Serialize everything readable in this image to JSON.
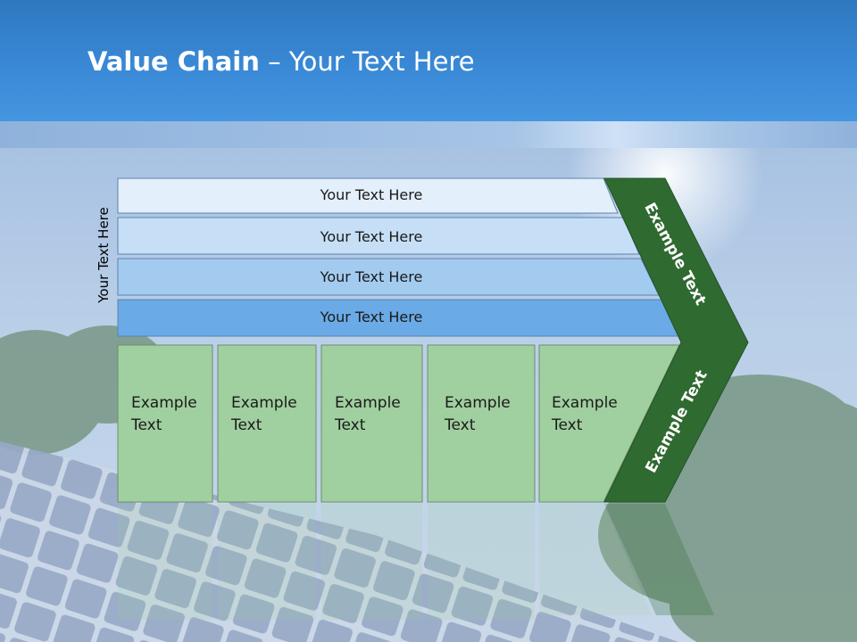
{
  "title": {
    "bold": "Value Chain",
    "rest": " – Your Text Here"
  },
  "side_label": "Your Text Here",
  "bands": [
    {
      "label": "Your Text Here"
    },
    {
      "label": "Your Text Here"
    },
    {
      "label": "Your Text Here"
    },
    {
      "label": "Your Text Here"
    }
  ],
  "boxes": [
    {
      "line1": "Example",
      "line2": "Text"
    },
    {
      "line1": "Example",
      "line2": "Text"
    },
    {
      "line1": "Example",
      "line2": "Text"
    },
    {
      "line1": "Example",
      "line2": "Text"
    },
    {
      "line1": "Example",
      "line2": "Text"
    }
  ],
  "arrow_upper": "Example Text",
  "arrow_lower": "Example Text",
  "colors": {
    "header": "#3a8ad8",
    "band1": "#e3effa",
    "band2": "#c6dff6",
    "band3": "#a3cbf0",
    "band4": "#6aaae6",
    "box": "#a0cfa0",
    "arrow": "#2f6a31"
  }
}
